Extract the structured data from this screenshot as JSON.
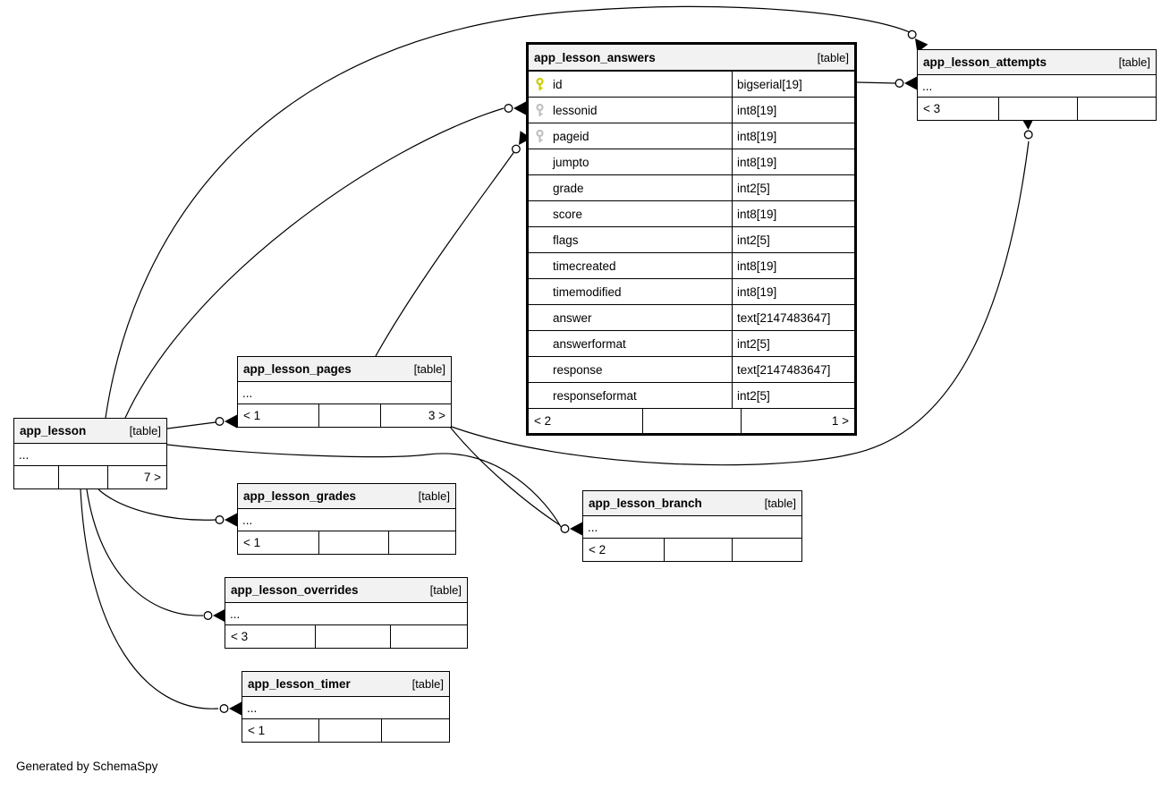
{
  "note": "Generated by SchemaSpy",
  "colors": {
    "header_bg": "#f2f2f2",
    "border": "#000000",
    "primary_key": "#cccc00",
    "foreign_key": "#c0c0c0"
  },
  "tables": {
    "answers": {
      "name": "app_lesson_answers",
      "tag": "[table]",
      "columns": [
        {
          "name": "id",
          "type": "bigserial[19]",
          "key": "primary"
        },
        {
          "name": "lessonid",
          "type": "int8[19]",
          "key": "foreign"
        },
        {
          "name": "pageid",
          "type": "int8[19]",
          "key": "foreign"
        },
        {
          "name": "jumpto",
          "type": "int8[19]",
          "key": ""
        },
        {
          "name": "grade",
          "type": "int2[5]",
          "key": ""
        },
        {
          "name": "score",
          "type": "int8[19]",
          "key": ""
        },
        {
          "name": "flags",
          "type": "int2[5]",
          "key": ""
        },
        {
          "name": "timecreated",
          "type": "int8[19]",
          "key": ""
        },
        {
          "name": "timemodified",
          "type": "int8[19]",
          "key": ""
        },
        {
          "name": "answer",
          "type": "text[2147483647]",
          "key": ""
        },
        {
          "name": "answerformat",
          "type": "int2[5]",
          "key": ""
        },
        {
          "name": "response",
          "type": "text[2147483647]",
          "key": ""
        },
        {
          "name": "responseformat",
          "type": "int2[5]",
          "key": ""
        }
      ],
      "footer_left": "< 2",
      "footer_right": "1 >"
    },
    "attempts": {
      "name": "app_lesson_attempts",
      "tag": "[table]",
      "ellipsis": "...",
      "footer_left": "< 3",
      "footer_right": ""
    },
    "pages": {
      "name": "app_lesson_pages",
      "tag": "[table]",
      "ellipsis": "...",
      "footer_left": "< 1",
      "footer_right": "3 >"
    },
    "lesson": {
      "name": "app_lesson",
      "tag": "[table]",
      "ellipsis": "...",
      "footer_left": "",
      "footer_right": "7 >"
    },
    "grades": {
      "name": "app_lesson_grades",
      "tag": "[table]",
      "ellipsis": "...",
      "footer_left": "< 1",
      "footer_right": ""
    },
    "branch": {
      "name": "app_lesson_branch",
      "tag": "[table]",
      "ellipsis": "...",
      "footer_left": "< 2",
      "footer_right": ""
    },
    "overrides": {
      "name": "app_lesson_overrides",
      "tag": "[table]",
      "ellipsis": "...",
      "footer_left": "< 3",
      "footer_right": ""
    },
    "timer": {
      "name": "app_lesson_timer",
      "tag": "[table]",
      "ellipsis": "...",
      "footer_left": "< 1",
      "footer_right": ""
    }
  },
  "relationships": [
    {
      "from": "app_lesson",
      "to": "app_lesson_answers"
    },
    {
      "from": "app_lesson_pages",
      "to": "app_lesson_answers"
    },
    {
      "from": "app_lesson_answers",
      "to": "app_lesson_attempts"
    },
    {
      "from": "app_lesson",
      "to": "app_lesson_attempts"
    },
    {
      "from": "app_lesson_pages",
      "to": "app_lesson_attempts"
    },
    {
      "from": "app_lesson",
      "to": "app_lesson_pages"
    },
    {
      "from": "app_lesson",
      "to": "app_lesson_grades"
    },
    {
      "from": "app_lesson",
      "to": "app_lesson_branch"
    },
    {
      "from": "app_lesson_pages",
      "to": "app_lesson_branch"
    },
    {
      "from": "app_lesson",
      "to": "app_lesson_overrides"
    },
    {
      "from": "app_lesson",
      "to": "app_lesson_timer"
    }
  ]
}
